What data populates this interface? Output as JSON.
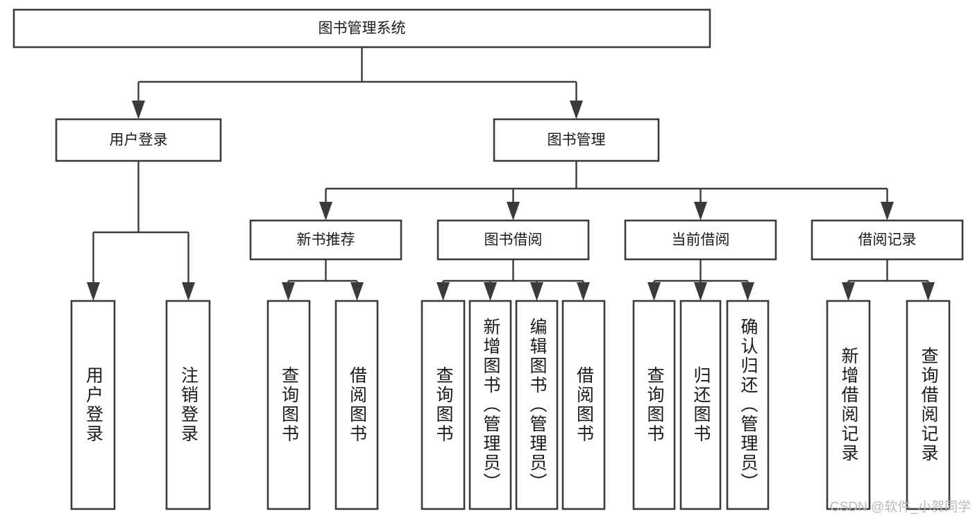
{
  "diagram": {
    "type": "tree-hierarchy",
    "title": "图书管理系统",
    "orientation": "top-down",
    "colors": {
      "box_stroke": "#3a3a3a",
      "box_fill": "#ffffff",
      "connector": "#3a3a3a",
      "label_text": "#1a1a1a",
      "background": "#ffffff",
      "watermark": "#b9b9b9"
    },
    "nodes": {
      "root": {
        "label": "图书管理系统",
        "level": 1
      },
      "level2": [
        {
          "id": "user-login",
          "label": "用户登录"
        },
        {
          "id": "book-manage",
          "label": "图书管理"
        }
      ],
      "level3": [
        {
          "id": "new-book-recommend",
          "label": "新书推荐",
          "parent": "book-manage"
        },
        {
          "id": "book-borrow",
          "label": "图书借阅",
          "parent": "book-manage"
        },
        {
          "id": "current-borrow",
          "label": "当前借阅",
          "parent": "book-manage"
        },
        {
          "id": "borrow-record",
          "label": "借阅记录",
          "parent": "book-manage"
        }
      ],
      "leaves": [
        {
          "id": "leaf-user-login",
          "label": "用户登录",
          "parent": "user-login"
        },
        {
          "id": "leaf-logout",
          "label": "注销登录",
          "parent": "user-login"
        },
        {
          "id": "leaf-query-book-1",
          "label": "查询图书",
          "parent": "new-book-recommend"
        },
        {
          "id": "leaf-borrow-book-1",
          "label": "借阅图书",
          "parent": "new-book-recommend"
        },
        {
          "id": "leaf-query-book-2",
          "label": "查询图书",
          "parent": "book-borrow"
        },
        {
          "id": "leaf-add-book",
          "label": "新增图书（管理员）",
          "parent": "book-borrow"
        },
        {
          "id": "leaf-edit-book",
          "label": "编辑图书（管理员）",
          "parent": "book-borrow"
        },
        {
          "id": "leaf-borrow-book-2",
          "label": "借阅图书",
          "parent": "book-borrow"
        },
        {
          "id": "leaf-query-book-3",
          "label": "查询图书",
          "parent": "current-borrow"
        },
        {
          "id": "leaf-return-book",
          "label": "归还图书",
          "parent": "current-borrow"
        },
        {
          "id": "leaf-confirm-return",
          "label": "确认归还（管理员）",
          "parent": "current-borrow"
        },
        {
          "id": "leaf-add-record",
          "label": "新增借阅记录",
          "parent": "borrow-record"
        },
        {
          "id": "leaf-query-record",
          "label": "查询借阅记录",
          "parent": "borrow-record"
        }
      ]
    },
    "watermark": "CSDN @软件_小贺同学"
  }
}
